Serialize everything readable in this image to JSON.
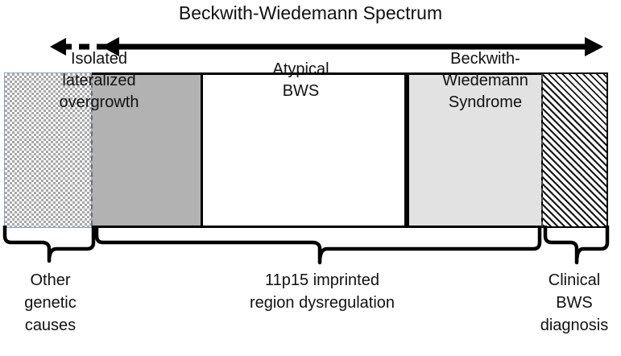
{
  "figure": {
    "title": "Beckwith-Wiedemann Spectrum",
    "type": "spectrum-diagram"
  },
  "spectrum_arrow": {
    "name": "bidirectional-spectrum-arrow",
    "left_segment_style": "dashed",
    "right_segment_style": "solid",
    "left_arrowhead": true,
    "mid_arrowhead": true,
    "right_arrowhead": true,
    "color": "#000000"
  },
  "bar": {
    "segments": [
      {
        "id": "seg-checkered",
        "label": "",
        "fill": "checkerboard",
        "fill_color": "#a8a8a8",
        "border_color": "#8aa4c8"
      },
      {
        "id": "seg-gray",
        "label": "",
        "fill": "solid",
        "fill_color": "#b2b2b2",
        "border_color": "#000000"
      },
      {
        "id": "seg-white",
        "label": "Atypical\nBWS",
        "fill": "solid",
        "fill_color": "#ffffff",
        "border_color": "#000000"
      },
      {
        "id": "seg-light-gray",
        "label": "Beckwith-\nWiedemann\nSyndrome",
        "fill": "solid",
        "fill_color": "#e2e2e2",
        "border_color": "#000000"
      },
      {
        "id": "seg-hatched",
        "label": "",
        "fill": "diagonal-hatch",
        "fill_color": "#151515",
        "border_color": "#000000"
      }
    ],
    "spanning_labels": [
      {
        "id": "isolated-lateralized-overgrowth",
        "text": "Isolated\nlateralized\novergrowth",
        "spans": [
          "seg-checkered",
          "seg-gray"
        ]
      }
    ]
  },
  "braces": [
    {
      "id": "brace-other-genetic-causes",
      "caption": "Other\ngenetic\ncauses"
    },
    {
      "id": "brace-11p15",
      "caption": "11p15 imprinted\nregion dysregulation"
    },
    {
      "id": "brace-clinical-bws",
      "caption": "Clinical\nBWS\ndiagnosis"
    }
  ]
}
